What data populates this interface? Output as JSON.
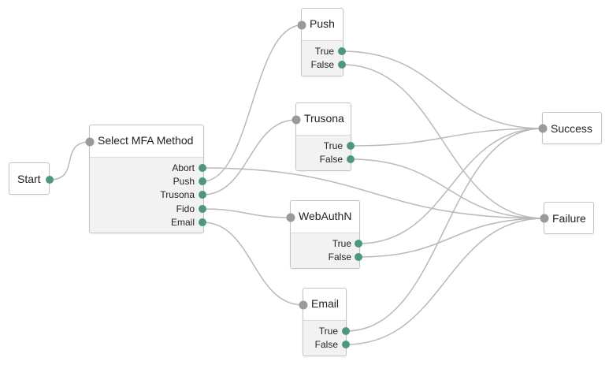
{
  "colors": {
    "wire": "#b9b9b9",
    "input_port": "#9a9a9a",
    "output_port": "#4d9683",
    "node_body": "#f2f2f2"
  },
  "nodes": {
    "start": {
      "title": "Start"
    },
    "select_mfa": {
      "title": "Select MFA Method",
      "outcomes": [
        "Abort",
        "Push",
        "Trusona",
        "Fido",
        "Email"
      ]
    },
    "push": {
      "title": "Push",
      "outcomes": [
        "True",
        "False"
      ]
    },
    "trusona": {
      "title": "Trusona",
      "outcomes": [
        "True",
        "False"
      ]
    },
    "webauthn": {
      "title": "WebAuthN",
      "outcomes": [
        "True",
        "False"
      ]
    },
    "email": {
      "title": "Email",
      "outcomes": [
        "True",
        "False"
      ]
    },
    "success": {
      "title": "Success"
    },
    "failure": {
      "title": "Failure"
    }
  },
  "connections": [
    {
      "from": "start",
      "to": "select_mfa"
    },
    {
      "from": "select_mfa.Abort",
      "to": "failure"
    },
    {
      "from": "select_mfa.Push",
      "to": "push"
    },
    {
      "from": "select_mfa.Trusona",
      "to": "trusona"
    },
    {
      "from": "select_mfa.Fido",
      "to": "webauthn"
    },
    {
      "from": "select_mfa.Email",
      "to": "email"
    },
    {
      "from": "push.True",
      "to": "success"
    },
    {
      "from": "push.False",
      "to": "failure"
    },
    {
      "from": "trusona.True",
      "to": "success"
    },
    {
      "from": "trusona.False",
      "to": "failure"
    },
    {
      "from": "webauthn.True",
      "to": "success"
    },
    {
      "from": "webauthn.False",
      "to": "failure"
    },
    {
      "from": "email.True",
      "to": "success"
    },
    {
      "from": "email.False",
      "to": "failure"
    }
  ]
}
